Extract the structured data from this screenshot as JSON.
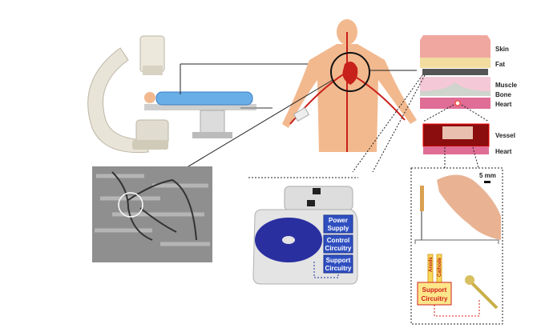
{
  "layers": {
    "skin": "Skin",
    "fat": "Fat",
    "muscle": "Muscle",
    "bone": "Bone",
    "heart": "Heart"
  },
  "vessel": {
    "vessel": "Vessel",
    "heart": "Heart"
  },
  "scale_bar": "5 mm",
  "device_blocks": {
    "power_line1": "Power",
    "power_line2": "Supply",
    "control_line1": "Control",
    "control_line2": "Circuitry",
    "support_line1": "Support",
    "support_line2": "Circuitry"
  },
  "implant": {
    "anode": "Anode",
    "cathode": "Cathode",
    "support_line1": "Support",
    "support_line2": "Circuitry"
  },
  "colors": {
    "device_blue": "#2f4fc0",
    "coil_blue": "#2a2fa0",
    "circuit_red": "#d0201a",
    "circuit_yellow": "#f7d85a",
    "artery_red": "#c8201a",
    "skin_tone": "#f2b98f"
  }
}
